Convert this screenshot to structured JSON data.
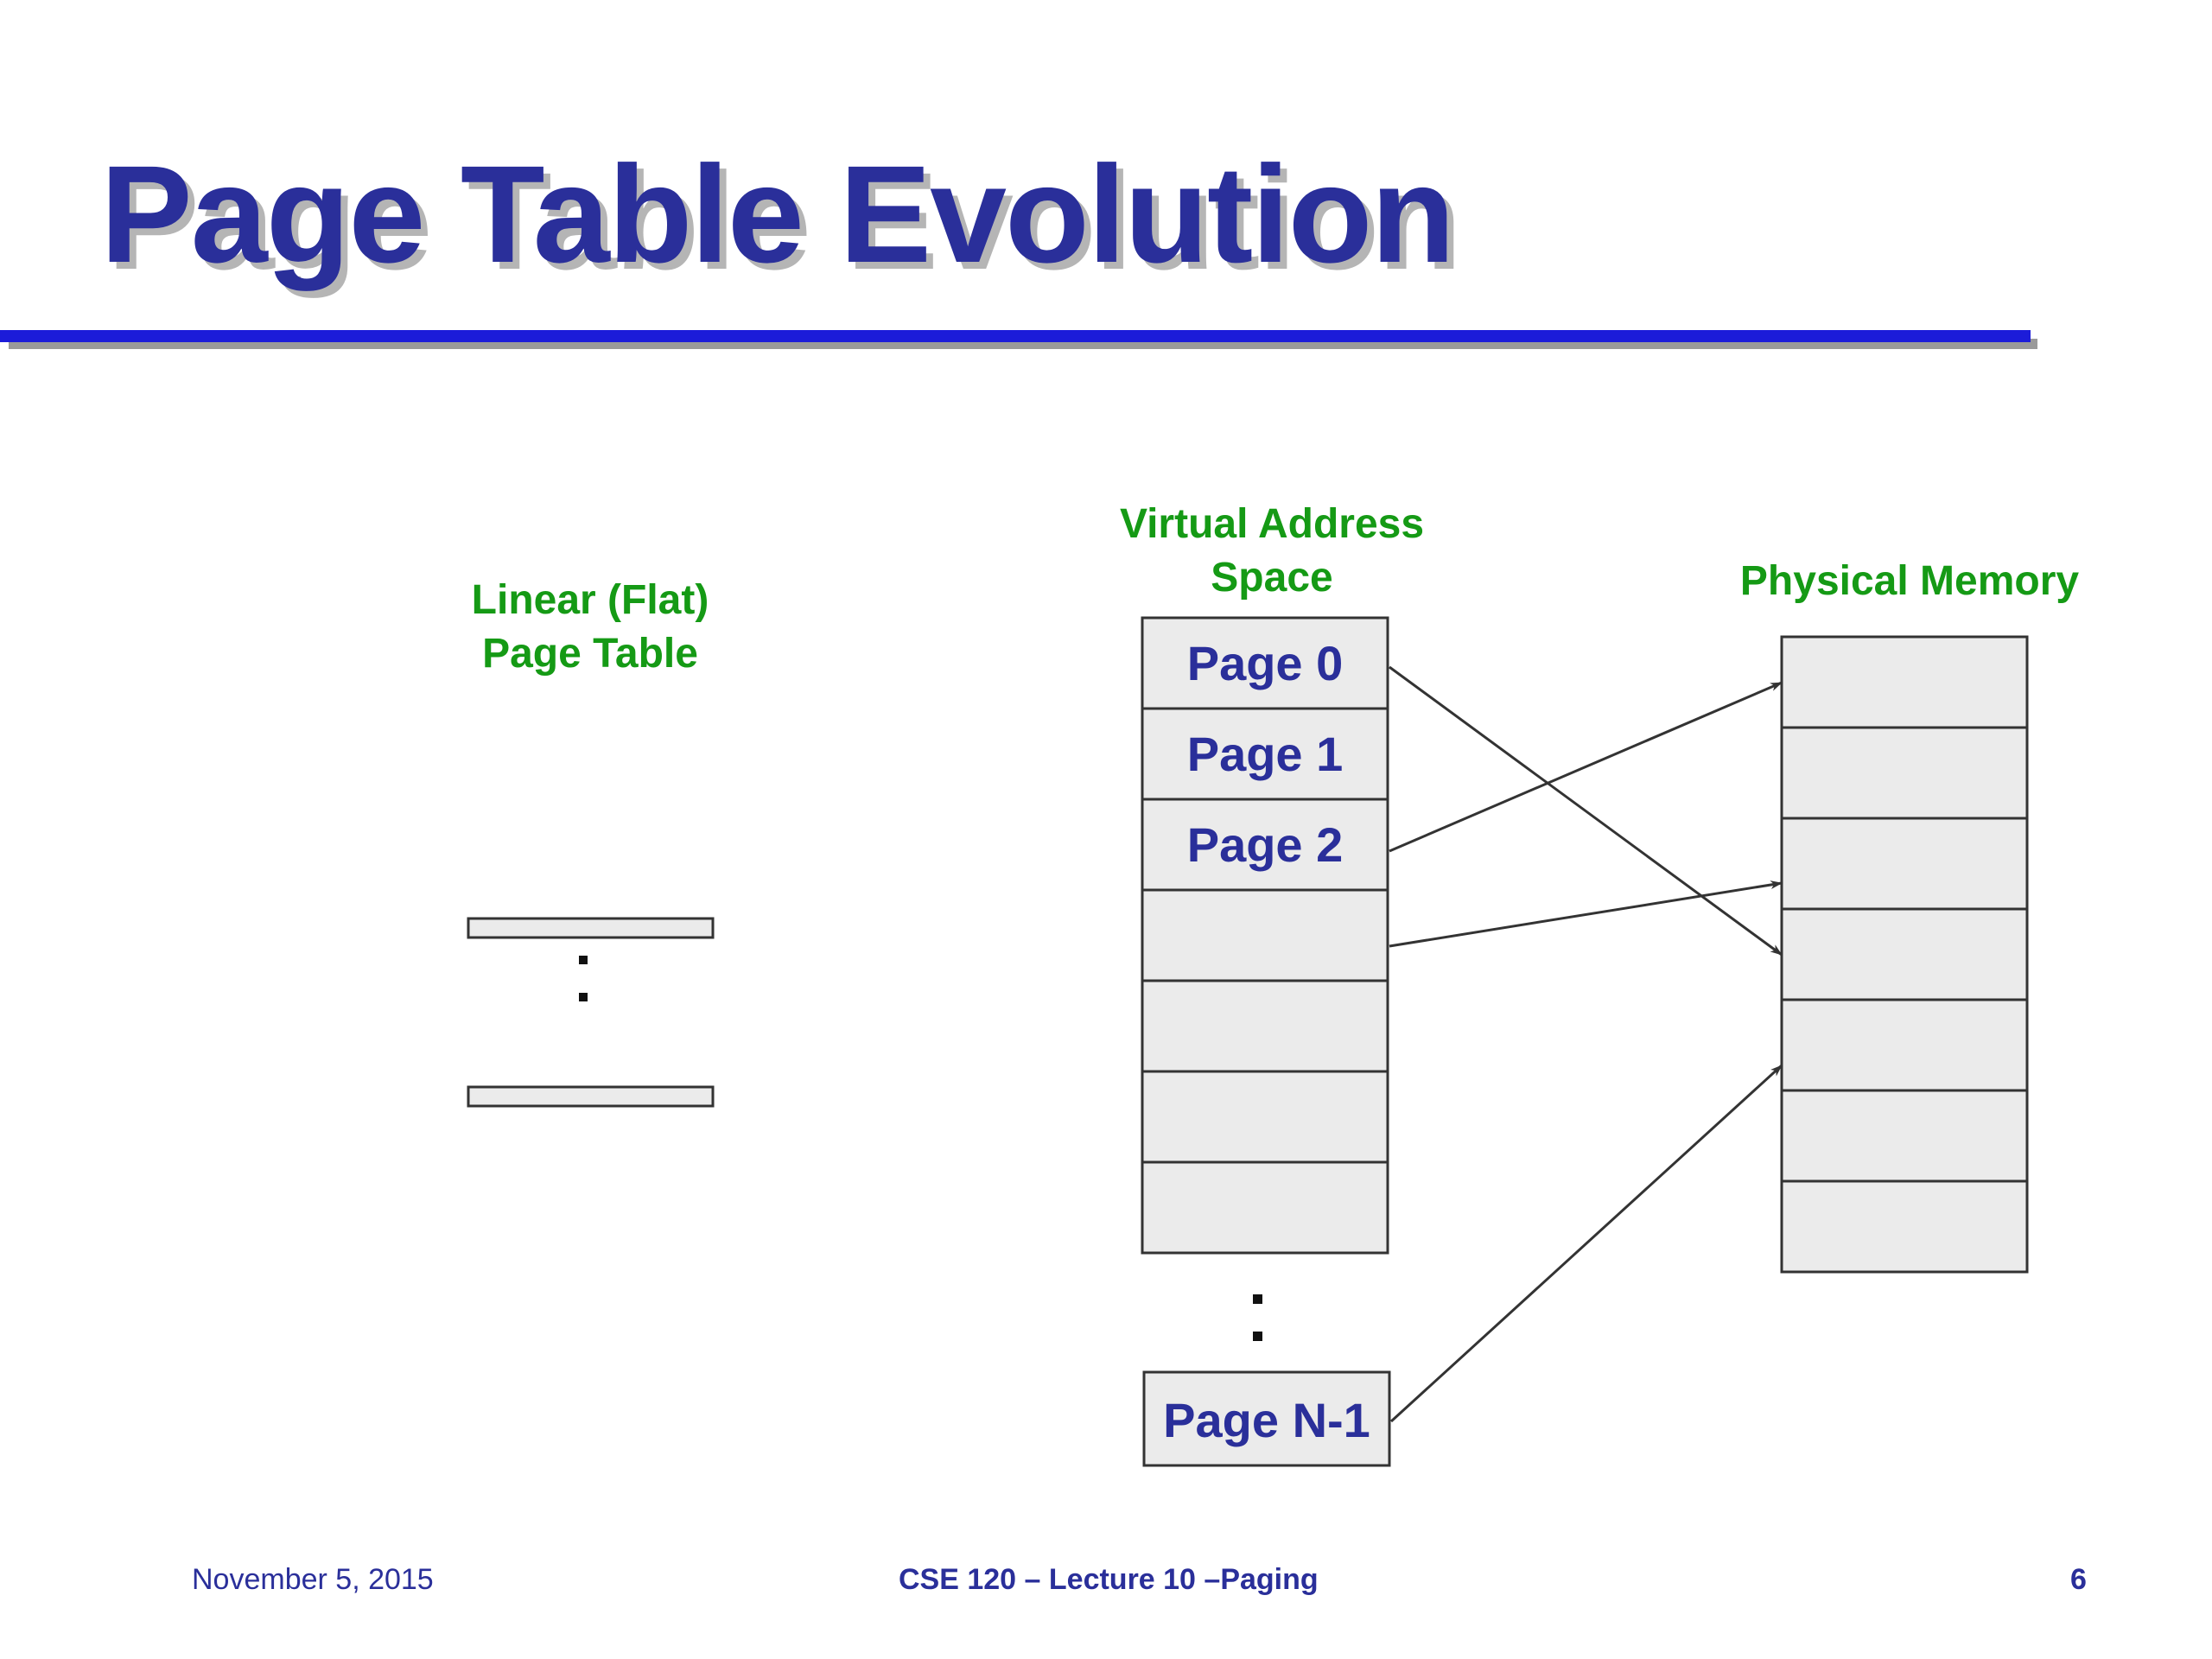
{
  "slide": {
    "title": "Page Table Evolution"
  },
  "diagram": {
    "linear_table_label_line1": "Linear (Flat)",
    "linear_table_label_line2": "Page Table",
    "virtual_label_line1": "Virtual Address",
    "virtual_label_line2": "Space",
    "physical_label": "Physical Memory",
    "virtual_pages": [
      "Page 0",
      "Page 1",
      "Page 2"
    ],
    "last_page": "Page N-1",
    "physical_frame_count": 7,
    "colors": {
      "title": "#2a2f9a",
      "title_shadow": "#b5b5b5",
      "rule": "#1c1cd9",
      "label_green": "#159a15",
      "box_fill": "#ebebeb",
      "box_stroke": "#333333"
    }
  },
  "footer": {
    "date": "November 5, 2015",
    "course": "CSE 120 – Lecture 10 –Paging",
    "page_number": "6"
  }
}
